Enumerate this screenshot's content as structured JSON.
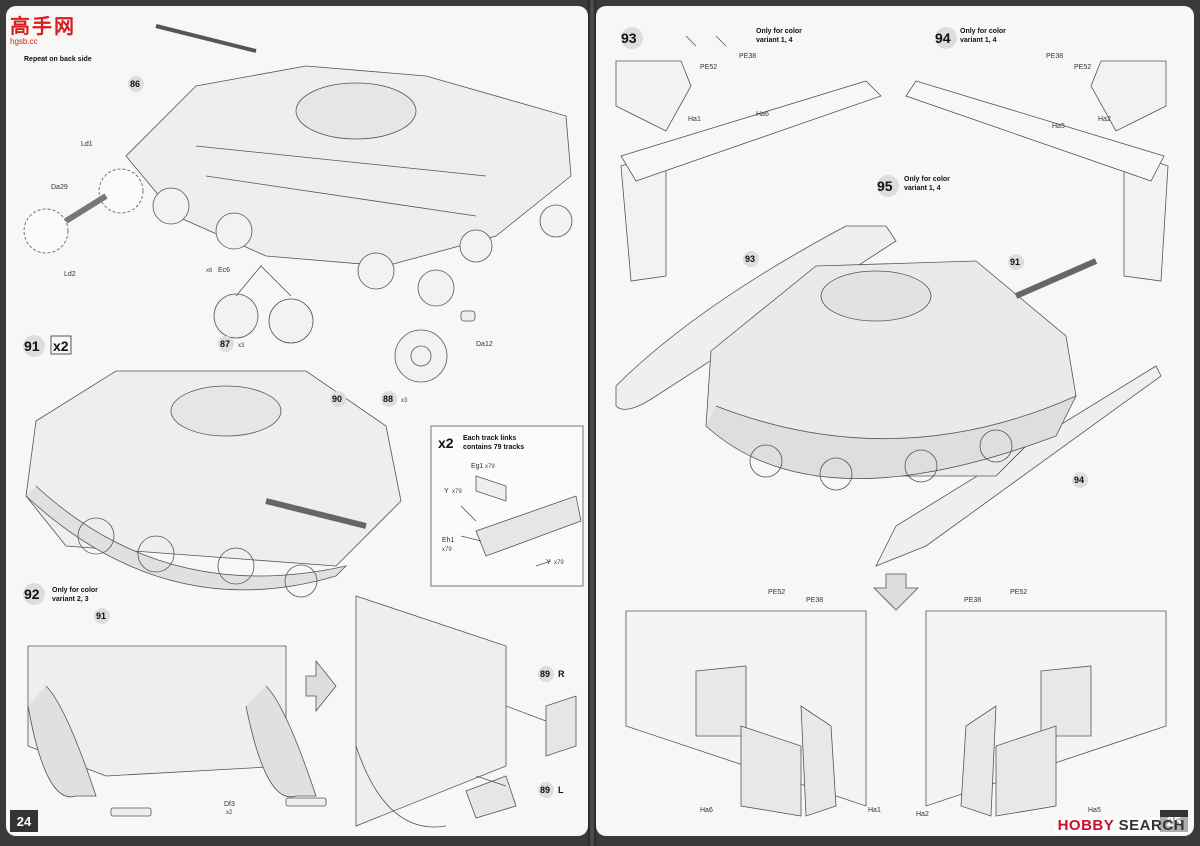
{
  "logo": {
    "name": "高手网",
    "sub": "hgsb.cc",
    "watermark_brand": "HOBBY",
    "watermark_rest": "SEARCH"
  },
  "left_page": {
    "page_number": "24",
    "repeat_note": "Repeat on back side",
    "steps": [
      {
        "number": "91",
        "multiplier": "x2"
      },
      {
        "number": "92",
        "note_line1": "Only for color",
        "note_line2": "variant 2, 3"
      }
    ],
    "track_box": {
      "multiplier": "x2",
      "text_line1": "Each track links",
      "text_line2": "contains 79 tracks"
    },
    "parts": {
      "p86": "86",
      "p87": "87",
      "p87x": "x3",
      "p88": "88",
      "p88x": "x3",
      "p90": "90",
      "p91": "91",
      "p89r": "89",
      "p89r_side": "R",
      "p89l": "89",
      "p89l_side": "L",
      "ld1": "Ld1",
      "da29": "Da29",
      "ld2": "Ld2",
      "ec6": "Ec6",
      "ec6x": "x6",
      "da12": "Da12",
      "eg1": "Eg1",
      "eg1x": "x79",
      "y1": "Y",
      "y1x": "x79",
      "eh1": "Eh1",
      "eh1x": "x79",
      "y2": "Y",
      "y2x": "x79",
      "df3": "Df3",
      "df3x": "x2"
    }
  },
  "right_page": {
    "page_number": "25",
    "steps": [
      {
        "number": "93",
        "note_line1": "Only for color",
        "note_line2": "variant 1, 4"
      },
      {
        "number": "94",
        "note_line1": "Only for color",
        "note_line2": "variant 1, 4"
      },
      {
        "number": "95",
        "note_line1": "Only for color",
        "note_line2": "variant 1, 4"
      }
    ],
    "parts": {
      "pe52a": "PE52",
      "pe38a": "PE38",
      "ha1": "Ha1",
      "ha6": "Ha6",
      "pe38b": "PE38",
      "pe52b": "PE52",
      "ha2": "Ha2",
      "ha5": "Ha5",
      "p93": "93",
      "p91": "91",
      "p94": "94",
      "d_pe52a": "PE52",
      "d_pe38a": "PE38",
      "d_ha6": "Ha6",
      "d_ha1": "Ha1",
      "d_pe38b": "PE38",
      "d_pe52b": "PE52",
      "d_ha2": "Ha2",
      "d_ha5": "Ha5"
    }
  }
}
